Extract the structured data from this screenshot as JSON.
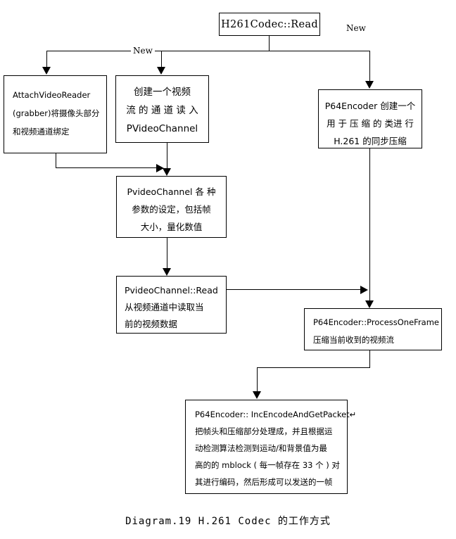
{
  "diagram": {
    "caption": "Diagram.19 H.261 Codec 的工作方式",
    "edge_labels": {
      "new_left": "New",
      "new_right": "New"
    },
    "nodes": {
      "read": {
        "id": "h261codec-read",
        "lines": [
          "H261Codec::Read"
        ]
      },
      "attach_video_reader": {
        "id": "attach-video-reader",
        "lines": [
          "AttachVideoReader",
          "(grabber)将摄像头部分",
          "和视频通道绑定"
        ]
      },
      "create_channel": {
        "id": "create-video-channel",
        "lines": [
          "创建一个视频",
          "流 的 通 道 读 入",
          "PVideoChannel"
        ]
      },
      "p64_encoder": {
        "id": "p64encoder-create",
        "lines": [
          "P64Encoder 创建一个",
          "用 于 压 缩 的 类进 行",
          "H.261 的同步压缩"
        ]
      },
      "channel_settings": {
        "id": "pvideochannel-settings",
        "lines": [
          "PvideoChannel 各 种",
          "参数的设定，包括帧",
          "大小，量化数值"
        ]
      },
      "channel_read": {
        "id": "pvideochannel-read",
        "lines": [
          "PvideoChannel::Read",
          "从视频通道中读取当",
          "前的视频数据"
        ]
      },
      "process_one_frame": {
        "id": "p64encoder-processoneframe",
        "lines": [
          "P64Encoder::ProcessOneFrame",
          "压缩当前收到的视频流"
        ]
      },
      "inc_encode": {
        "id": "p64encoder-incencodeandgetpacket",
        "lines": [
          "P64Encoder:: IncEncodeAndGetPacket↵",
          "把帧头和压缩部分处理成，并且根据运",
          "动检测算法检测到运动/和背景值为最",
          "高的的 mblock ( 每一帧存在 33 个 ) 对",
          "其进行编码，然后形成可以发送的一帧"
        ]
      }
    },
    "colors": {
      "stroke": "#000000",
      "background": "#ffffff",
      "text": "#000000"
    }
  }
}
